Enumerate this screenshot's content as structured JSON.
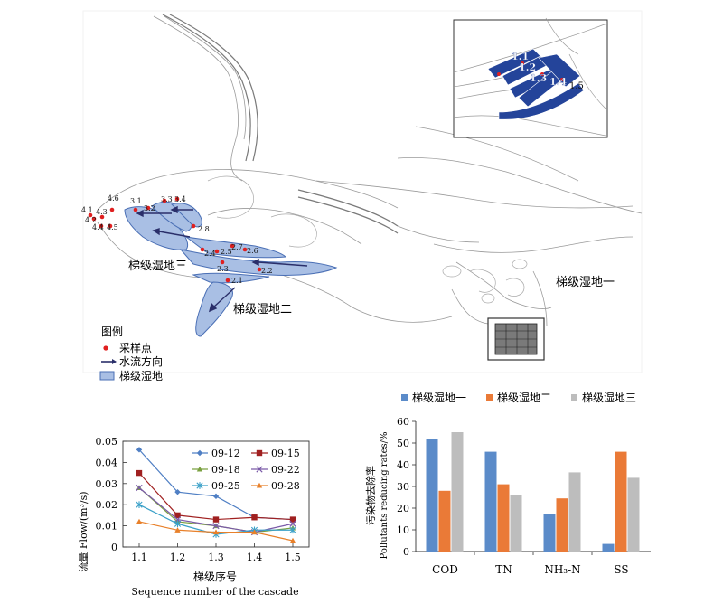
{
  "map": {
    "wetland_labels": [
      "梯级湿地一",
      "梯级湿地二",
      "梯级湿地三"
    ],
    "sample_points": [
      "1.1",
      "1.2",
      "1.3",
      "1.4",
      "1.5",
      "2.1",
      "2.2",
      "2.3",
      "2.4",
      "2.5",
      "2.6",
      "2.7",
      "2.8",
      "3.1",
      "3.2",
      "3.3",
      "3.4",
      "4.1",
      "4.2",
      "4.3",
      "4.4",
      "4.5",
      "4.6"
    ],
    "legend": {
      "title": "图例",
      "items": [
        "采样点",
        "水流方向",
        "梯级湿地"
      ]
    },
    "colors": {
      "wetland_fill": "#a9bfe4",
      "wetland_stroke": "#4a6fb5",
      "inset_fill": "#24449a",
      "point": "#e02020"
    }
  },
  "chart_data": [
    {
      "type": "line",
      "x": [
        1.1,
        1.2,
        1.3,
        1.4,
        1.5
      ],
      "series": [
        {
          "name": "09-12",
          "values": [
            0.046,
            0.026,
            0.024,
            0.014,
            0.013
          ],
          "color": "#4f7fc4",
          "marker": "diamond"
        },
        {
          "name": "09-15",
          "values": [
            0.035,
            0.015,
            0.013,
            0.014,
            0.013
          ],
          "color": "#a02020",
          "marker": "square"
        },
        {
          "name": "09-18",
          "values": [
            0.028,
            0.012,
            0.01,
            0.007,
            0.009
          ],
          "color": "#7aa040",
          "marker": "triangle"
        },
        {
          "name": "09-22",
          "values": [
            0.028,
            0.013,
            0.01,
            0.007,
            0.011
          ],
          "color": "#7a5aa8",
          "marker": "x"
        },
        {
          "name": "09-25",
          "values": [
            0.02,
            0.011,
            0.006,
            0.008,
            0.008
          ],
          "color": "#3aa0c8",
          "marker": "star"
        },
        {
          "name": "09-28",
          "values": [
            0.012,
            0.008,
            0.007,
            0.007,
            0.003
          ],
          "color": "#e8802a",
          "marker": "triangle"
        }
      ],
      "xticks": [
        "1.1",
        "1.2",
        "1.3",
        "1.4",
        "1.5"
      ],
      "yticks": [
        "0",
        "0.01",
        "0.02",
        "0.03",
        "0.04",
        "0.05"
      ],
      "ylim": [
        0,
        0.05
      ],
      "xlabel": "梯级序号",
      "xlabel_en": "Sequence number of the cascade",
      "ylabel": "流量 Flow/(m³/s)"
    },
    {
      "type": "bar",
      "categories": [
        "COD",
        "TN",
        "NH₃-N",
        "SS"
      ],
      "series": [
        {
          "name": "梯级湿地一",
          "values": [
            52,
            46,
            17.5,
            3.5
          ],
          "color": "#5b8bc9"
        },
        {
          "name": "梯级湿地二",
          "values": [
            28,
            31,
            24.5,
            46
          ],
          "color": "#ea7a37"
        },
        {
          "name": "梯级湿地三",
          "values": [
            55,
            26,
            36.5,
            34
          ],
          "color": "#bdbdbd"
        }
      ],
      "yticks": [
        "0",
        "10",
        "20",
        "30",
        "40",
        "50",
        "60"
      ],
      "ylim": [
        0,
        60
      ],
      "ylabel": "污染物去除率",
      "ylabel_en": "Pollutants reducing rates/%"
    }
  ]
}
